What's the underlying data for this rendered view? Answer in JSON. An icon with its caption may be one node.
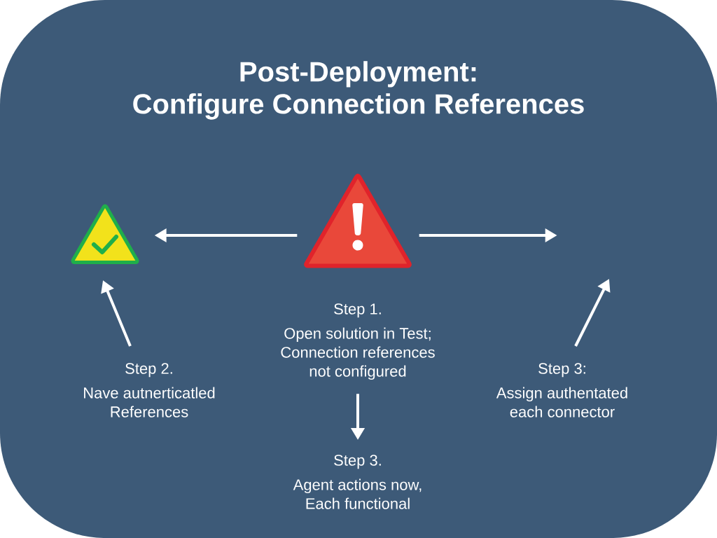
{
  "diagram": {
    "title": "Post-Deployment: Configure Connection References",
    "nodes": [
      {
        "text": [],
        "shape": "triangle"
      },
      {
        "text": [],
        "shape": "triangle"
      },
      {
        "text": [
          "Step 1.",
          "Open solution in Test; Connection references not configured"
        ]
      },
      {
        "text": [
          "Step 2.",
          "Nave autnerticatled References"
        ]
      },
      {
        "text": [
          "Step 3:",
          "Assign authentated each connector"
        ]
      },
      {
        "text": [
          "Step 3.",
          "Agent actions now, Each functional"
        ]
      }
    ],
    "edges": [
      {
        "from": 1,
        "to": 0,
        "arrow": "to"
      },
      {
        "from": 1,
        "to": null,
        "arrow": "to"
      },
      {
        "from": 3,
        "to": 0,
        "arrow": "to"
      },
      {
        "from": 4,
        "to": null,
        "arrow": "to"
      },
      {
        "from": 2,
        "to": 5,
        "arrow": "to"
      }
    ]
  }
}
